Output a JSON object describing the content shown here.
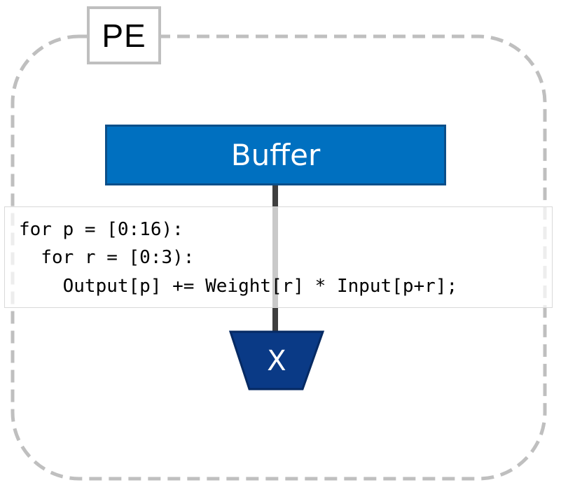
{
  "pe": {
    "label": "PE"
  },
  "buffer": {
    "label": "Buffer"
  },
  "multiplier": {
    "label": "X"
  },
  "code": {
    "lines": [
      "for p = [0:16):",
      "  for r = [0:3):",
      "    Output[p] += Weight[r] * Input[p+r];"
    ]
  },
  "colors": {
    "pe_border": "#bfbfbf",
    "buffer_fill": "#0070c0",
    "buffer_border": "#0b4f8a",
    "multiplier_fill": "#0a3a86",
    "multiplier_border": "#062a63",
    "wire": "#3f3f3f"
  }
}
